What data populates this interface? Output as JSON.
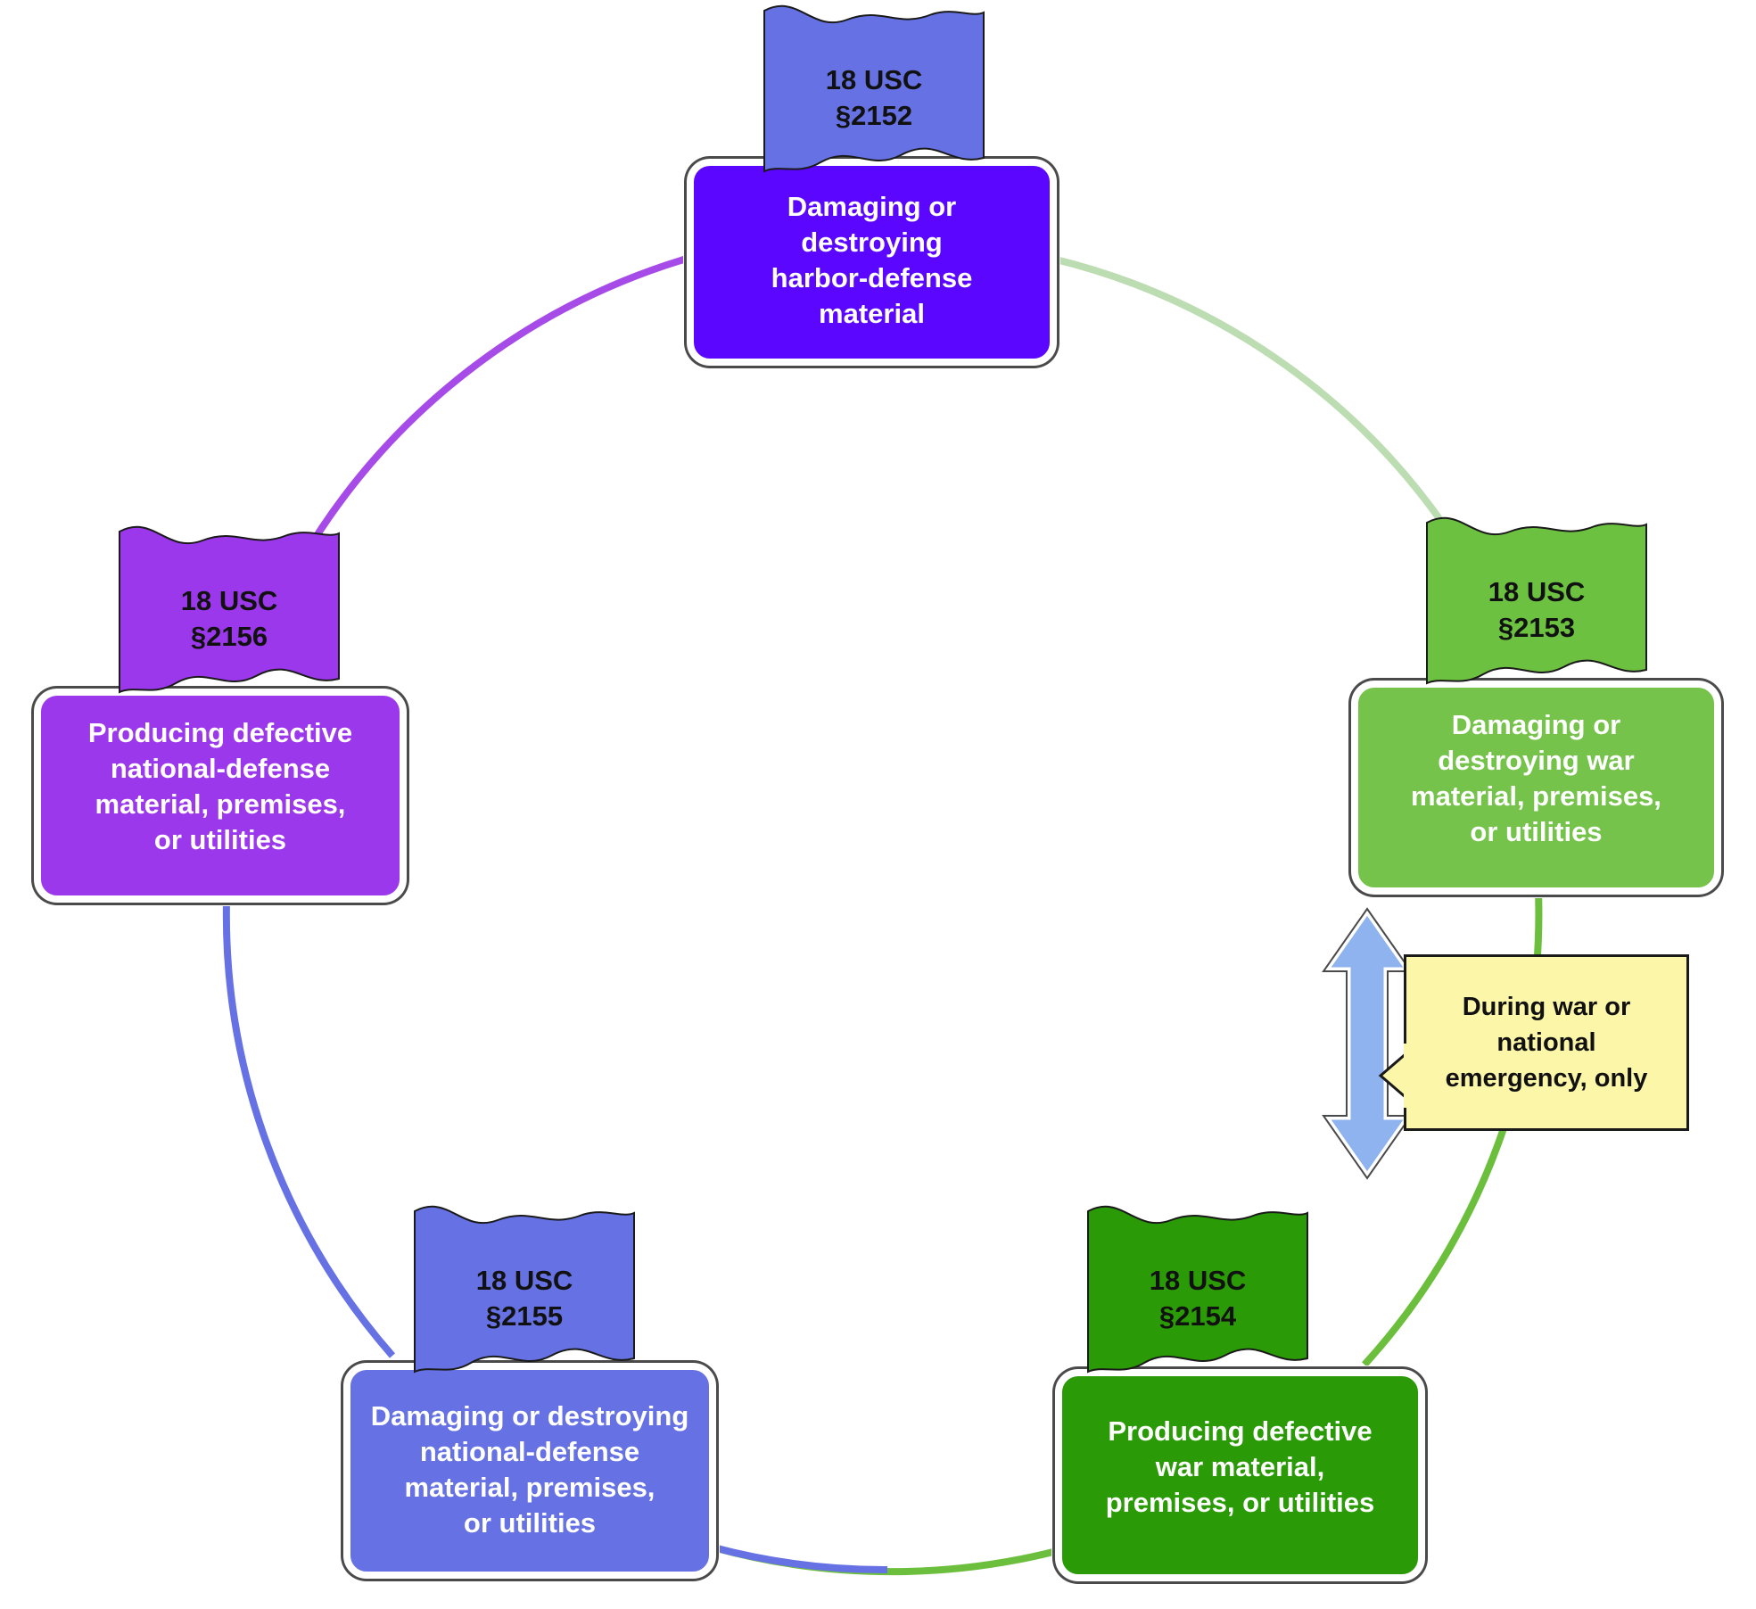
{
  "colors": {
    "purple_2152": "#5a06ff",
    "periwinkle": "#6672e4",
    "light_green": "#75c34a",
    "flag_light_green": "#6cc140",
    "dark_green": "#2a9a06",
    "magenta_purple": "#9c38ec",
    "callout_yellow": "#fbf6a8",
    "arrow_blue": "#8fb3ef"
  },
  "nodes": [
    {
      "id": "2152",
      "flag_label": "18 USC\n§2152",
      "description": "Damaging or\ndestroying\nharbor-defense\nmaterial"
    },
    {
      "id": "2153",
      "flag_label": "18 USC\n§2153",
      "description": "Damaging or\ndestroying war\nmaterial, premises,\nor utilities"
    },
    {
      "id": "2154",
      "flag_label": "18 USC\n§2154",
      "description": "Producing defective\nwar material,\npremises, or utilities"
    },
    {
      "id": "2155",
      "flag_label": "18 USC\n§2155",
      "description": "Damaging or destroying\nnational-defense\nmaterial, premises,\nor utilities"
    },
    {
      "id": "2156",
      "flag_label": "18 USC\n§2156",
      "description": "Producing defective\nnational-defense\nmaterial, premises,\nor utilities"
    }
  ],
  "callout": {
    "text": "During war or\nnational\nemergency, only"
  },
  "icons": {
    "connector": "double-headed-arrow-icon"
  }
}
